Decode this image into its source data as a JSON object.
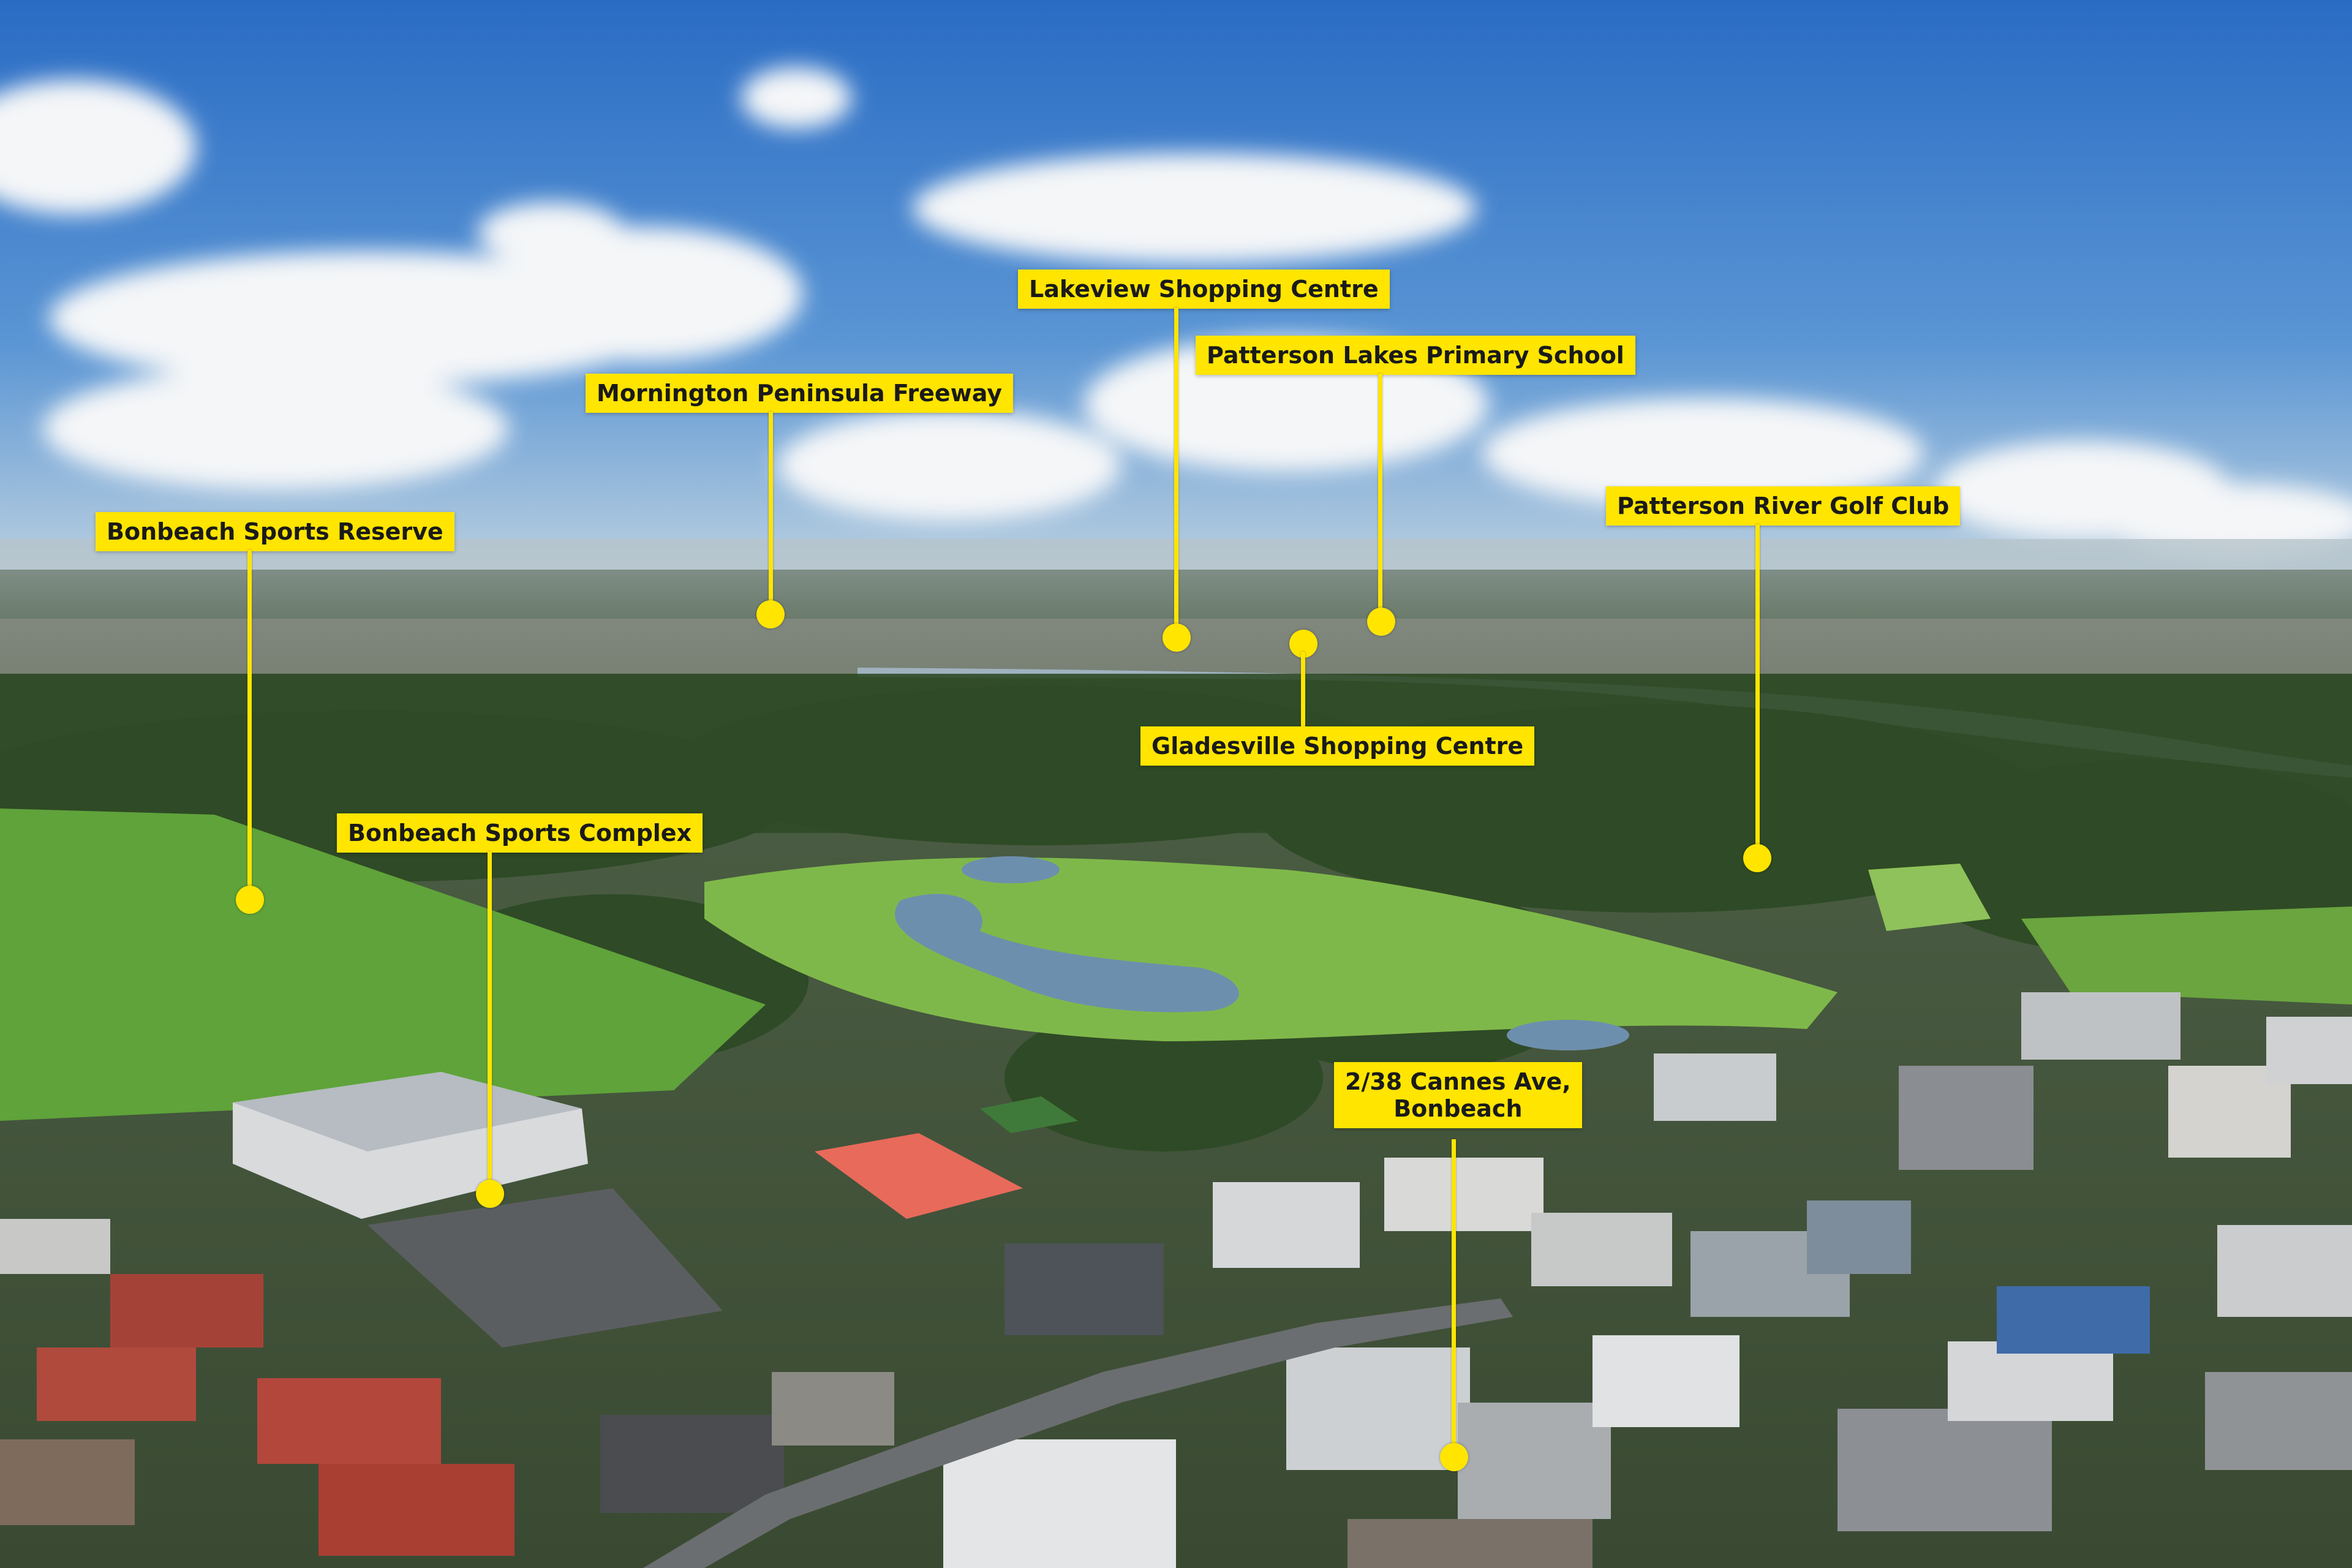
{
  "photo": {
    "colors": {
      "sky_top": "#2a6cc4",
      "sky_horizon": "#b9cfe0",
      "cloud": "#f4f6f8",
      "grass": "#5fa33a",
      "trees": "#2f4a26",
      "water": "#6d8fae",
      "accent": "#ffe500"
    }
  },
  "callouts": [
    {
      "label": "Lakeview Shopping Centre"
    },
    {
      "label": "Patterson Lakes Primary School"
    },
    {
      "label": "Mornington Peninsula Freeway"
    },
    {
      "label": "Patterson River Golf Club"
    },
    {
      "label": "Bonbeach Sports Reserve"
    },
    {
      "label": "Gladesville Shopping Centre"
    },
    {
      "label": "Bonbeach Sports Complex"
    },
    {
      "label": "2/38 Cannes Ave,",
      "label_line2": "Bonbeach"
    }
  ]
}
